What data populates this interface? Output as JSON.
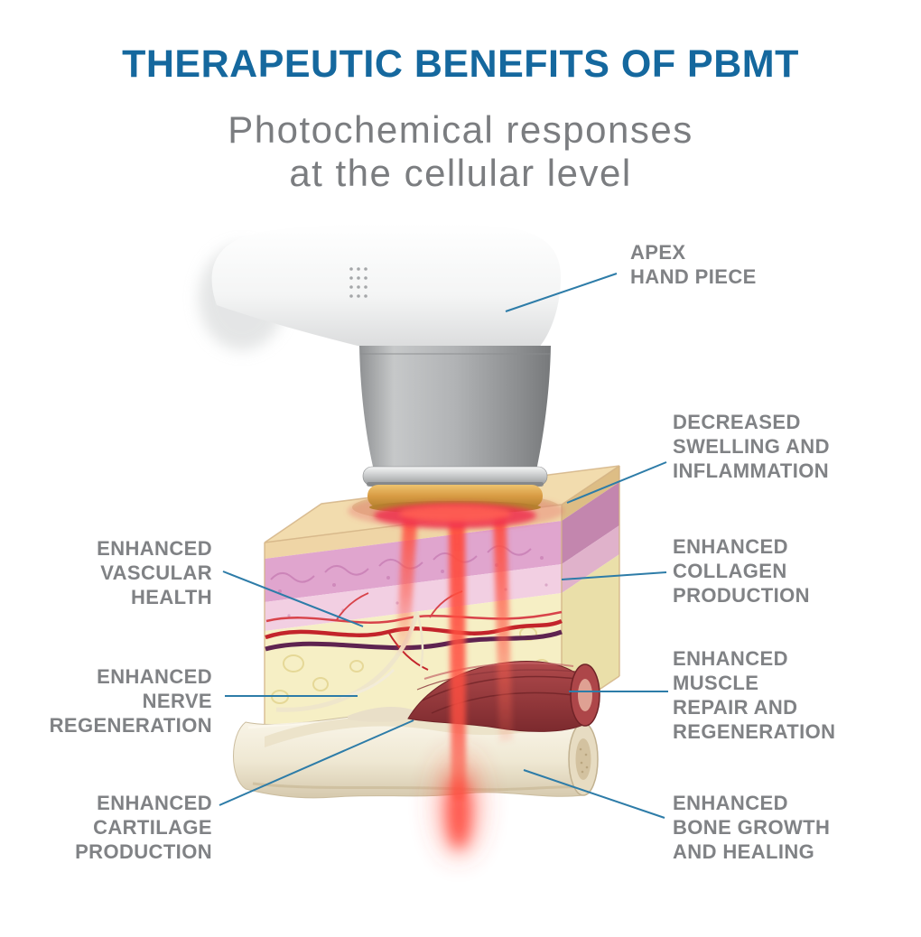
{
  "header": {
    "title": "THERAPEUTIC BENEFITS OF PBMT",
    "subtitle": "Photochemical responses\nat the cellular level"
  },
  "callouts": {
    "left": [
      {
        "text": "ENHANCED\nVASCULAR\nHEALTH"
      },
      {
        "text": "ENHANCED\nNERVE\nREGENERATION"
      },
      {
        "text": "ENHANCED\nCARTILAGE\nPRODUCTION"
      }
    ],
    "right": [
      {
        "text": "APEX\nHAND PIECE"
      },
      {
        "text": "DECREASED\nSWELLING AND\nINFLAMMATION"
      },
      {
        "text": "ENHANCED\nCOLLAGEN\nPRODUCTION"
      },
      {
        "text": "ENHANCED\nMUSCLE\nREPAIR AND\nREGENERATION"
      },
      {
        "text": "ENHANCED\nBONE GROWTH\nAND HEALING"
      }
    ]
  },
  "illustration": {
    "parts": [
      "apex-hand-piece",
      "laser-beams",
      "skin-layers",
      "blood-vessels",
      "nerve-fibers",
      "muscle",
      "bone"
    ]
  },
  "colors": {
    "title": "#15689e",
    "subtitle": "#7b7d80",
    "label": "#808285",
    "leader_line": "#2d7ca8",
    "beam": "#ff4a3c",
    "gold_tip": "#d89b44"
  }
}
